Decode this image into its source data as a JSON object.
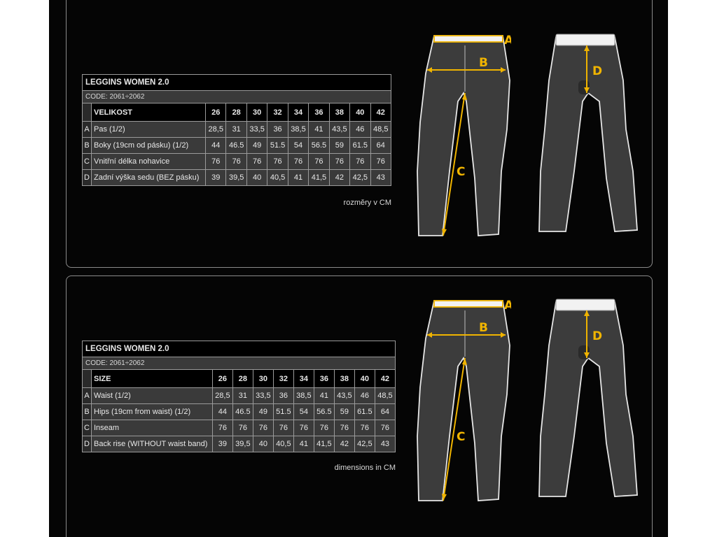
{
  "dimension_labels": {
    "a": "A",
    "b": "B",
    "c": "C",
    "d": "D"
  },
  "colors": {
    "background": "#050505",
    "accent": "#f0b400",
    "pants": "#3c3c3c",
    "border": "#9a9a9a"
  },
  "tables": [
    {
      "title": "LEGGINS WOMEN 2.0",
      "code": "CODE: 2061÷2062",
      "header_label": "VELIKOST",
      "sizes": [
        "26",
        "28",
        "30",
        "32",
        "34",
        "36",
        "38",
        "40",
        "42"
      ],
      "rows": [
        {
          "letter": "A",
          "label": "Pas (1/2)",
          "values": [
            "28,5",
            "31",
            "33,5",
            "36",
            "38,5",
            "41",
            "43,5",
            "46",
            "48,5"
          ]
        },
        {
          "letter": "B",
          "label": "Boky (19cm od pásku) (1/2)",
          "values": [
            "44",
            "46.5",
            "49",
            "51.5",
            "54",
            "56.5",
            "59",
            "61.5",
            "64"
          ]
        },
        {
          "letter": "C",
          "label": "Vnitřní délka nohavice",
          "values": [
            "76",
            "76",
            "76",
            "76",
            "76",
            "76",
            "76",
            "76",
            "76"
          ]
        },
        {
          "letter": "D",
          "label": "Zadní výška sedu (BEZ pásku)",
          "values": [
            "39",
            "39,5",
            "40",
            "40,5",
            "41",
            "41,5",
            "42",
            "42,5",
            "43"
          ]
        }
      ],
      "units": "rozměry v CM"
    },
    {
      "title": "LEGGINS WOMEN 2.0",
      "code": "CODE: 2061÷2062",
      "header_label": "SIZE",
      "sizes": [
        "26",
        "28",
        "30",
        "32",
        "34",
        "36",
        "38",
        "40",
        "42"
      ],
      "rows": [
        {
          "letter": "A",
          "label": "Waist (1/2)",
          "values": [
            "28,5",
            "31",
            "33,5",
            "36",
            "38,5",
            "41",
            "43,5",
            "46",
            "48,5"
          ]
        },
        {
          "letter": "B",
          "label": "Hips (19cm from waist) (1/2)",
          "values": [
            "44",
            "46.5",
            "49",
            "51.5",
            "54",
            "56.5",
            "59",
            "61.5",
            "64"
          ]
        },
        {
          "letter": "C",
          "label": "Inseam",
          "values": [
            "76",
            "76",
            "76",
            "76",
            "76",
            "76",
            "76",
            "76",
            "76"
          ]
        },
        {
          "letter": "D",
          "label": "Back rise (WITHOUT waist band)",
          "values": [
            "39",
            "39,5",
            "40",
            "40,5",
            "41",
            "41,5",
            "42",
            "42,5",
            "43"
          ]
        }
      ],
      "units": "dimensions in CM"
    }
  ]
}
